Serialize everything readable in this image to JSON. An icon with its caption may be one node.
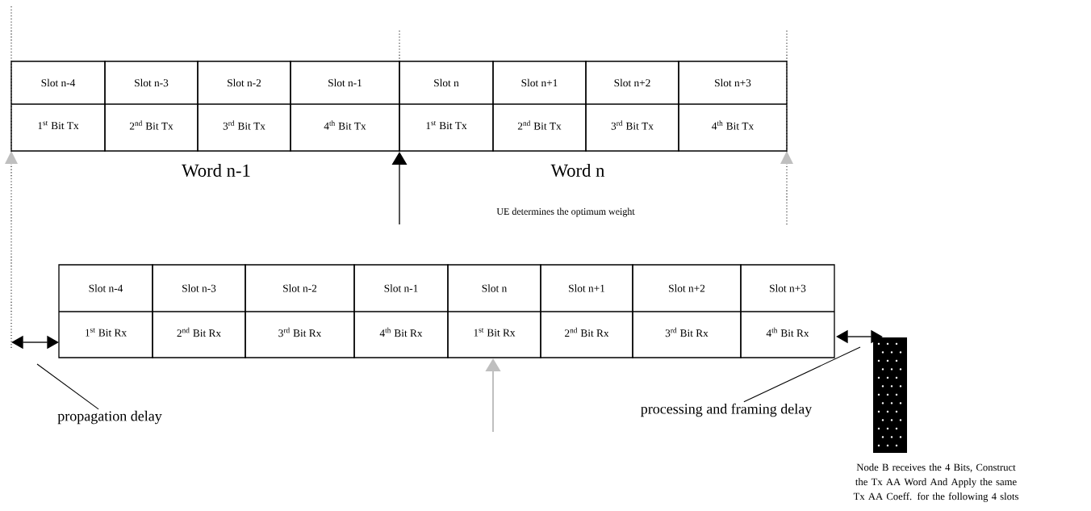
{
  "diagram": {
    "nodes": [
      {
        "text": [
          "Slot n-4",
          "1$^{st}$ Bit Tx"
        ]
      },
      {
        "text": [
          "Slot n-3",
          "2$^{nd}$ Bit   Tx"
        ]
      },
      {
        "text": [
          "Slot n-2",
          "3$^{rd}$ Bit Tx"
        ]
      },
      {
        "text": [
          "Slot n-1",
          "4$^{th}$ Bit Tx"
        ]
      },
      {
        "text": [
          "Slot n",
          "1$^{st}$ Bit Tx"
        ]
      },
      {
        "text": [
          "Slot n+1",
          "2$^{nd}$ Bit   Tx"
        ]
      },
      {
        "text": [
          "Slot n+2",
          "3$^{rd}$ Bit Tx"
        ]
      },
      {
        "text": [
          "Slot n+3",
          "4$^{th}$ Bit Tx"
        ]
      },
      {
        "text": [
          "Slot n-4",
          "1$^{st}$ Bit Rx"
        ]
      },
      {
        "text": [
          "Slot n-3",
          "2$^{nd}$ Bit   Rx"
        ]
      },
      {
        "text": [
          "Slot n-2",
          "3$^{rd}$ Bit Rx"
        ]
      },
      {
        "text": [
          "Slot n-1",
          "4$^{th}$ Bit Rx"
        ]
      },
      {
        "text": [
          "Slot n",
          "1$^{st}$ Bit Rx"
        ]
      },
      {
        "text": [
          "Slot n+1",
          "2$^{nd}$ Bit   Rx"
        ]
      },
      {
        "text": [
          "Slot n+2",
          "3$^{rd}$ Bit Rx"
        ]
      },
      {
        "text": [
          "Slot n+3",
          "4$^{th}$ Bit Rx"
        ]
      },
      {
        "text": [
          "propagation delay"
        ]
      },
      {
        "text": [
          "processing and framing delay"
        ]
      }
    ],
    "edges": [
      {
        "from": 16,
        "to": null,
        "arrow": "none"
      },
      {
        "from": 17,
        "to": null,
        "arrow": "none"
      }
    ],
    "labels": [
      "Word n-1",
      "Word n",
      "UE determines the optimum weight",
      "Node B receives the 4 Bits, Construct the Tx AA Word And Apply the same Tx AA Coeff. for the following 4 slots"
    ]
  }
}
